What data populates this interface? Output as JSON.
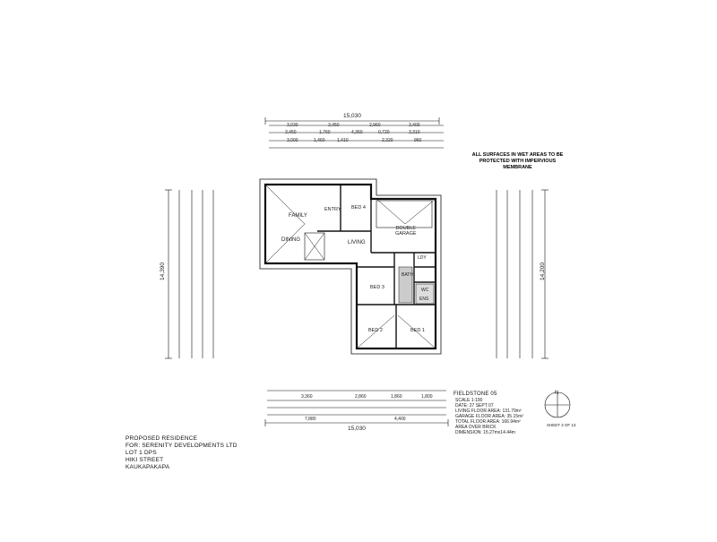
{
  "rooms": {
    "family": "FAMILY",
    "dining": "DINING",
    "living": "LIVING",
    "entry": "ENTRY",
    "bed4": "BED 4",
    "bed3": "BED 3",
    "bed2": "BED 2",
    "bed1": "BED 1",
    "garage": "DOUBLE\nGARAGE",
    "ldy": "LDY",
    "bath": "BATH",
    "wc": "WC",
    "ens": "ENS"
  },
  "dimensions": {
    "top_overall": "15,030",
    "bottom_overall": "15,030",
    "left_overall": "14,390",
    "right_overall": "14,200",
    "top_row1": [
      "3,030",
      "3,450",
      "2,960",
      "3,400"
    ],
    "top_row2": [
      "3,450",
      "1,760",
      "4,350",
      "0,720",
      "3,310"
    ],
    "top_row3": [
      "3,000",
      "1,460",
      "1,410",
      "2,320",
      "960"
    ],
    "bottom_row1": [
      "3,360",
      "2,860",
      "1,860",
      "1,800"
    ],
    "bottom_row2": [
      "7,880",
      "4,400"
    ]
  },
  "notes": {
    "wet_areas": "ALL SURFACES IN WET AREAS TO BE PROTECTED WITH IMPERVIOUS MEMBRANE"
  },
  "title_block": {
    "project": "PROPOSED RESIDENCE",
    "client": "FOR: SERENITY DEVELOPMENTS LTD",
    "lot": "LOT 1 DPS",
    "street": "HIKI STREET",
    "locality": "KAUKAPAKAPA"
  },
  "design_block": {
    "name": "FIELDSTONE 05",
    "lines": [
      "SCALE 1:100",
      "DATE: 27 SEPT 07",
      "LIVING FLOOR AREA: 131.79m²",
      "GARAGE FLOOR AREA: 35.15m²",
      "TOTAL FLOOR AREA: 166.94m²",
      "AREA OVER BRICK",
      "DIMENSION: 15.27mx14.44m"
    ]
  },
  "north": "N",
  "sheet": "SHEET 3 OF 13"
}
